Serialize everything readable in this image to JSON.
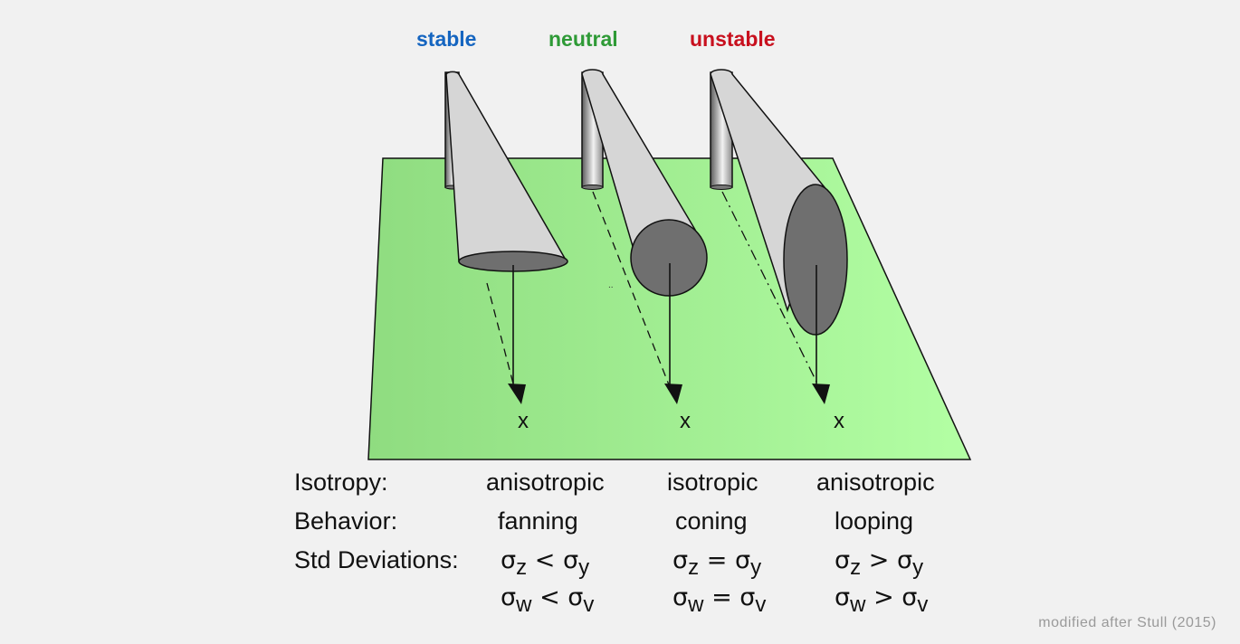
{
  "labels": {
    "stable": "stable",
    "neutral": "neutral",
    "unstable": "unstable",
    "x_marks": [
      "x",
      "x",
      "x"
    ]
  },
  "colors": {
    "stable": "#1565c0",
    "neutral": "#2e9a36",
    "unstable": "#c8101e",
    "ground": "#9ee68e",
    "plume": "#d4d4d4",
    "plume_end": "#6e6e6e"
  },
  "rows": {
    "isotropy": {
      "label": "Isotropy:",
      "values": [
        "anisotropic",
        "isotropic",
        "anisotropic"
      ]
    },
    "behavior": {
      "label": "Behavior:",
      "values": [
        "fanning",
        "coning",
        "looping"
      ]
    },
    "std": {
      "label": "Std Deviations:"
    }
  },
  "sigma": {
    "symbol": "σ",
    "zy": [
      {
        "a": "z",
        "op": "<",
        "b": "y"
      },
      {
        "a": "z",
        "op": "=",
        "b": "y"
      },
      {
        "a": "z",
        "op": ">",
        "b": "y"
      }
    ],
    "wv": [
      {
        "a": "w",
        "op": "<",
        "b": "v"
      },
      {
        "a": "w",
        "op": "=",
        "b": "v"
      },
      {
        "a": "w",
        "op": ">",
        "b": "v"
      }
    ]
  },
  "credit": "modified after Stull (2015)"
}
